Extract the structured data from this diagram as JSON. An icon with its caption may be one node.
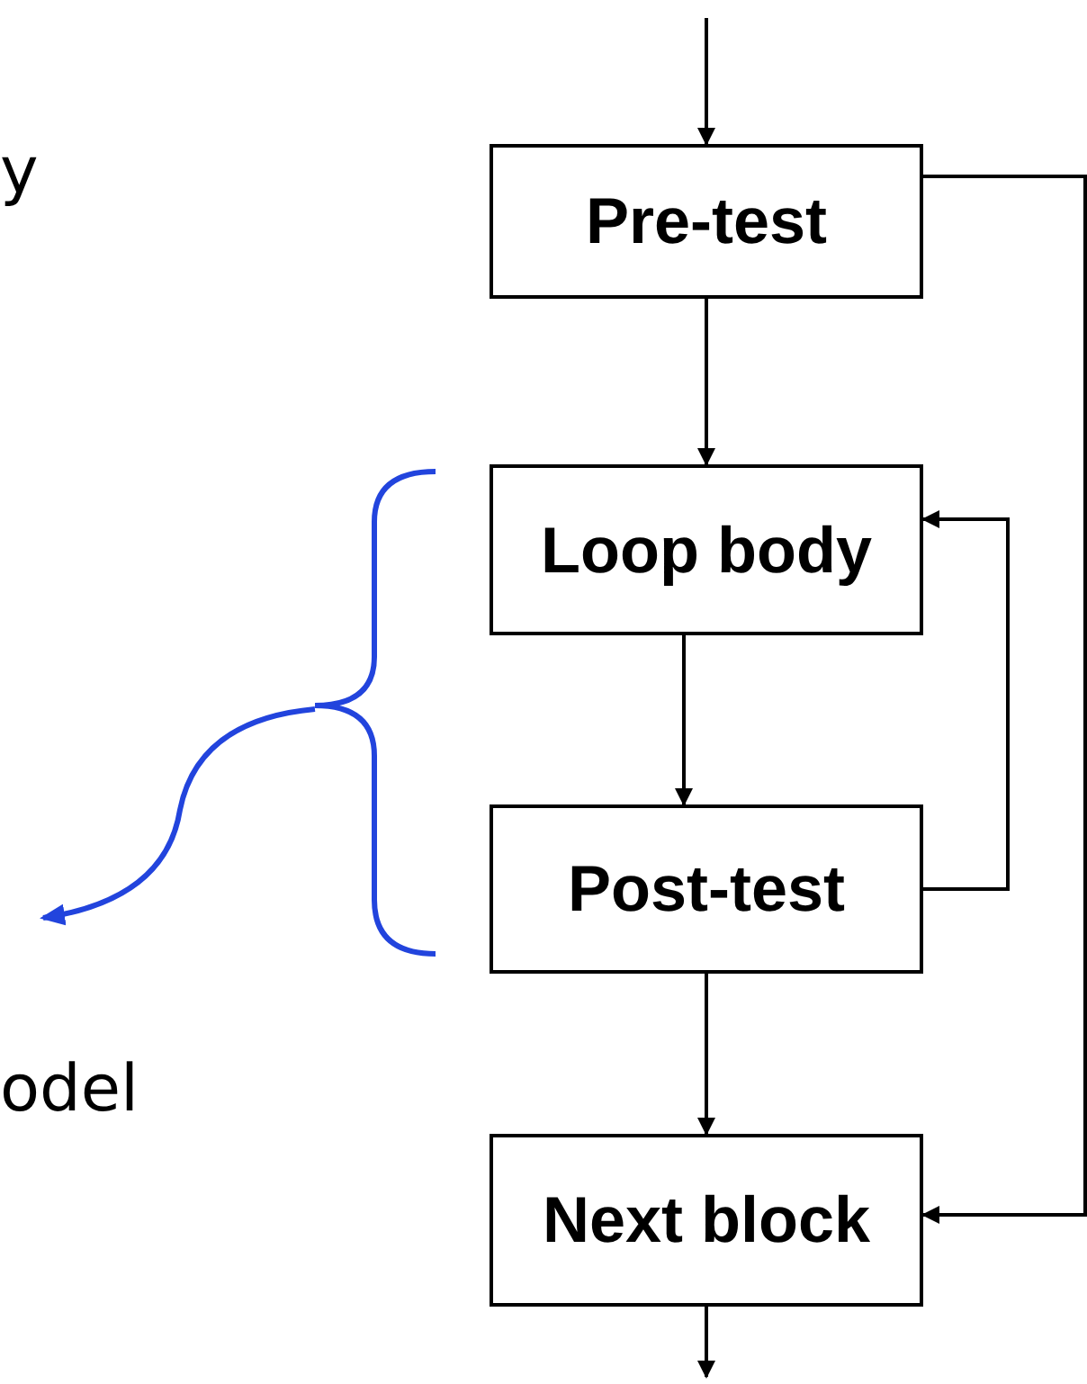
{
  "diagram": {
    "nodes": [
      {
        "text": [
          "Pre-test"
        ]
      },
      {
        "text": [
          "Loop body"
        ]
      },
      {
        "text": [
          "Post-test"
        ]
      },
      {
        "text": [
          "Next block"
        ]
      }
    ],
    "edges": [
      {
        "from": null,
        "to": 0,
        "arrow": "to"
      },
      {
        "from": 0,
        "to": 1,
        "arrow": "to"
      },
      {
        "from": 1,
        "to": 2,
        "arrow": "to"
      },
      {
        "from": 2,
        "to": 1,
        "arrow": "to"
      },
      {
        "from": 0,
        "to": 3,
        "arrow": "to"
      },
      {
        "from": 2,
        "to": 3,
        "arrow": "to"
      },
      {
        "from": 3,
        "to": null,
        "arrow": "to"
      }
    ],
    "labels": [
      "y",
      "odel"
    ]
  }
}
